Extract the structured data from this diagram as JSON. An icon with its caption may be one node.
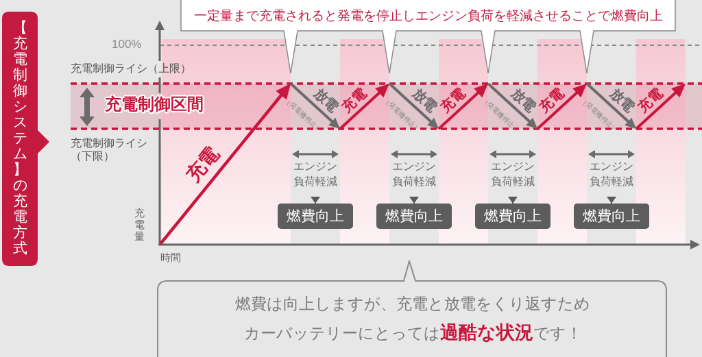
{
  "diagram": {
    "nodes": [
      {
        "text": [
          "【充電制御システム】の充電方式"
        ]
      },
      {
        "text": [
          "一定量まで充電されると発電を停止しエンジン負荷を軽減させることで燃費向上"
        ]
      },
      {
        "text": [
          "エンジン負荷軽減"
        ]
      },
      {
        "text": [
          "燃費向上"
        ]
      },
      {
        "text": [
          "エンジン負荷軽減"
        ]
      },
      {
        "text": [
          "燃費向上"
        ]
      },
      {
        "text": [
          "エンジン負荷軽減"
        ]
      },
      {
        "text": [
          "燃費向上"
        ]
      },
      {
        "text": [
          "エンジン負荷軽減"
        ]
      },
      {
        "text": [
          "燃費向上"
        ]
      },
      {
        "text": [
          "燃費は向上しますが、充電と放電をくり返すためカーバッテリーにとっては**過酷な状況**です！"
        ]
      }
    ],
    "edges": [
      {
        "from": 2,
        "to": 3,
        "arrow": "to"
      },
      {
        "from": 4,
        "to": 5,
        "arrow": "to"
      },
      {
        "from": 6,
        "to": 7,
        "arrow": "to"
      },
      {
        "from": 8,
        "to": 9,
        "arrow": "to"
      }
    ],
    "labels": [
      "100%",
      "充電制御ライシ（上限）",
      "充電制御区間",
      "充電制御ライシ（下限）",
      "充電",
      "放電",
      "（発電機停止）",
      "充電",
      "放電",
      "（発電機停止）",
      "充電",
      "放電",
      "（発電機停止）",
      "充電",
      "放電",
      "（発電機停止）",
      "充電",
      "充電量",
      "時間"
    ]
  }
}
